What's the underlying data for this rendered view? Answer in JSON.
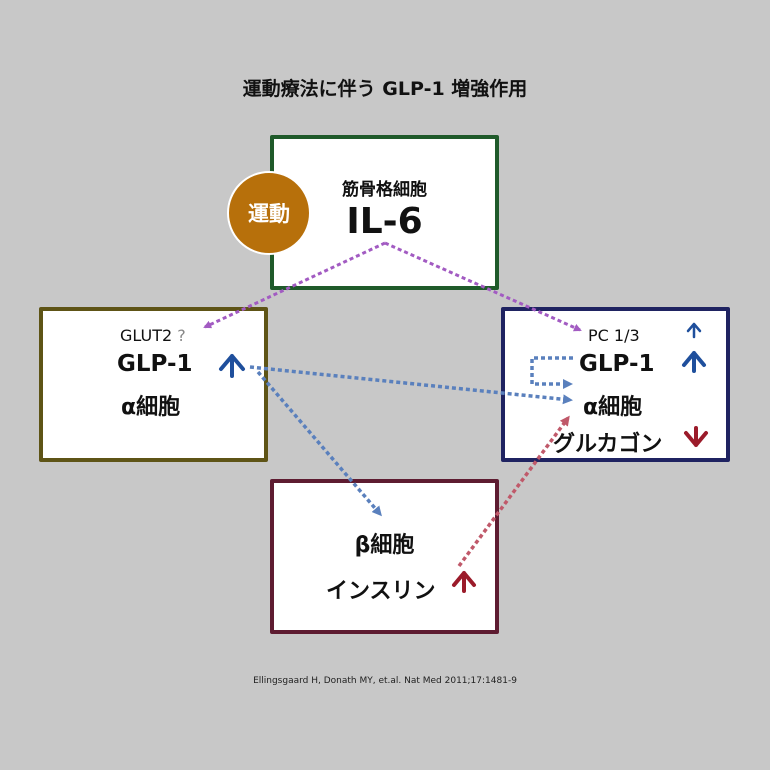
{
  "title": "運動療法に伴う GLP-1 増強作用",
  "exercise_badge": "運動",
  "muscle": {
    "label": "筋骨格細胞",
    "factor": "IL-6"
  },
  "alpha_left": {
    "glut2": "GLUT2",
    "question": "?",
    "glp1": "GLP-1",
    "cell": "α細胞"
  },
  "alpha_right": {
    "pc13": "PC 1/3",
    "glp1": "GLP-1",
    "cell": "α細胞",
    "glucagon": "グルカゴン"
  },
  "beta": {
    "cell": "β細胞",
    "insulin": "インスリン"
  },
  "citation": "Ellingsgaard H, Donath MY, et.al. Nat Med 2011;17:1481-9",
  "colors": {
    "background": "#c8c8c8",
    "muscle_border": "#1f5a2a",
    "alpha_left_border": "#5e5416",
    "alpha_right_border": "#1f2361",
    "beta_border": "#5e1c31",
    "exercise_circle": "#b7700b",
    "arrow_purple": "#a25bc2",
    "arrow_blue": "#5a80bd",
    "arrow_red": "#c0596a",
    "up_arrow": "#1f4f9c",
    "down_arrow": "#9b1b2a"
  }
}
